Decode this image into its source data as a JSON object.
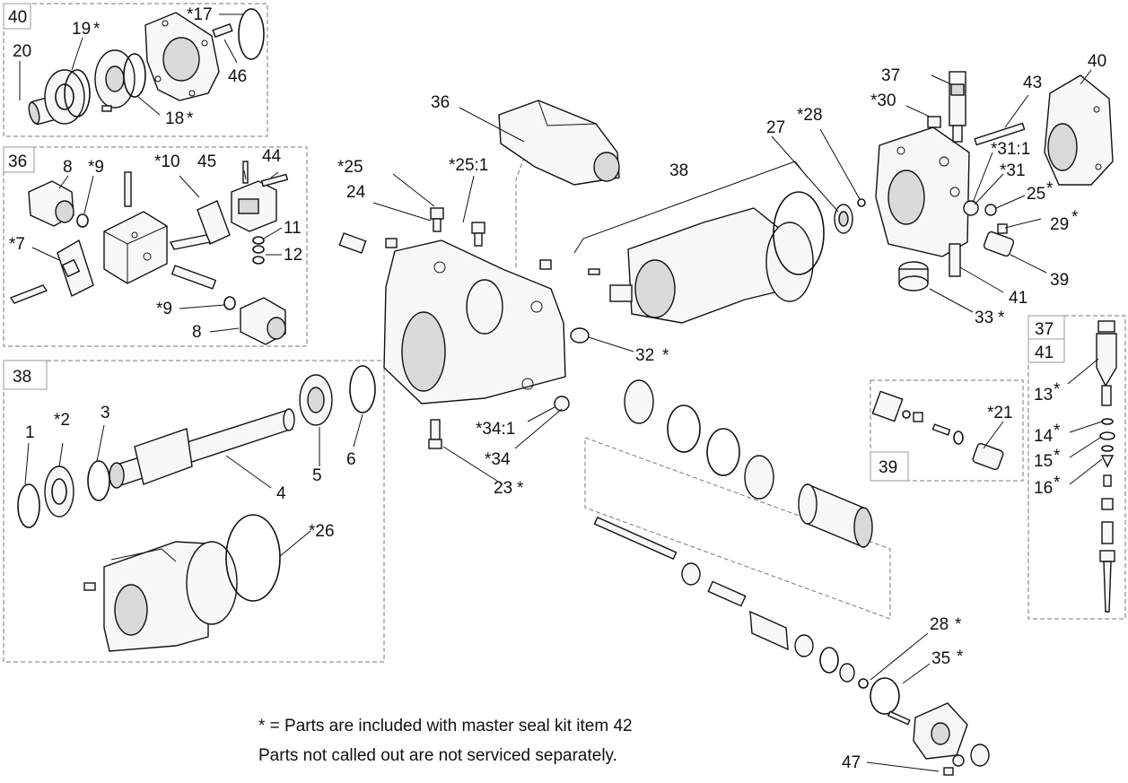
{
  "notes": {
    "line1": "* = Parts are included with master seal kit item 42",
    "line2": "Parts not called out are not serviced separately."
  },
  "group_boxes": {
    "top_left": "40",
    "mid_left": "36",
    "lower_left": "38",
    "right_a": "37",
    "right_b": "41",
    "valve": "39"
  },
  "callouts": {
    "c20": "20",
    "c19": "19",
    "s19": "*",
    "c17": "*17",
    "c46": "46",
    "c18": "18",
    "s18": "*",
    "c8a": "8",
    "c9a": "*9",
    "c10": "*10",
    "c45": "45",
    "c44": "44",
    "c11": "11",
    "c12": "12",
    "c7": "*7",
    "c9b": "*9",
    "c8b": "8",
    "c1": "1",
    "c2": "*2",
    "c3": "3",
    "c4": "4",
    "c5": "5",
    "c6": "6",
    "c26": "*26",
    "c36": "36",
    "c25a": "*25",
    "c25b": "*25:1",
    "c24": "24",
    "c32": "32",
    "s32": "*",
    "c34a": "*34:1",
    "c34b": "*34",
    "c23": "23",
    "s23": "*",
    "c38": "38",
    "c27": "27",
    "c28a": "*28",
    "c30": "*30",
    "c37": "37",
    "c43": "43",
    "c40": "40",
    "c31a": "*31:1",
    "c31b": "*31",
    "c25c": "25",
    "s25c": "*",
    "c29": "29",
    "s29": "*",
    "c39": "39",
    "c41": "41",
    "c33": "33",
    "s33": "*",
    "c13": "13",
    "s13": "*",
    "c14": "14",
    "s14": "*",
    "c15": "15",
    "s15": "*",
    "c16": "16",
    "s16": "*",
    "c21": "*21",
    "c28b": "28",
    "s28b": "*",
    "c35": "35",
    "s35": "*",
    "c47": "47"
  }
}
